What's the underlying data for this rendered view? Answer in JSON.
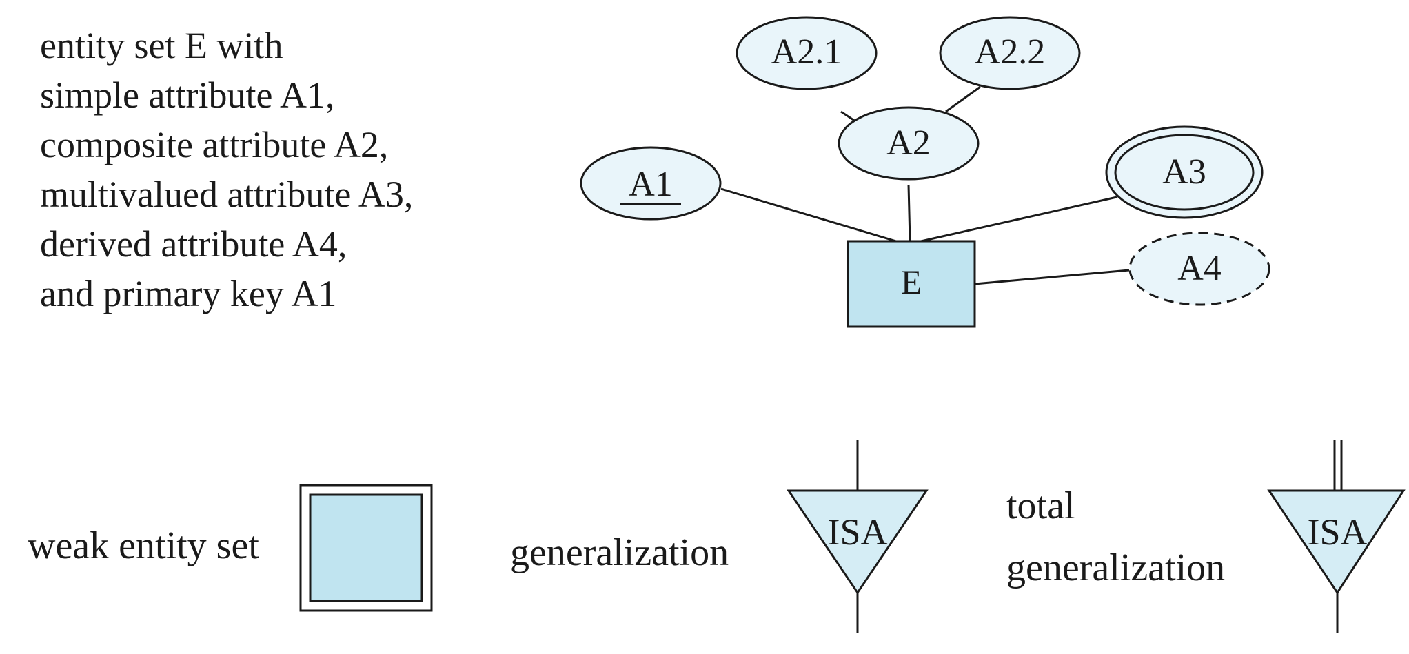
{
  "description_lines": [
    "entity set E with",
    "simple attribute A1,",
    "composite attribute A2,",
    "multivalued attribute A3,",
    "derived attribute A4,",
    "and primary key A1"
  ],
  "er": {
    "entity": "E",
    "a1": "A1",
    "a2": "A2",
    "a2_1": "A2.1",
    "a2_2": "A2.2",
    "a3": "A3",
    "a4": "A4"
  },
  "legend": {
    "weak_entity_label": "weak entity set",
    "generalization_label": "generalization",
    "generalization_symbol": "ISA",
    "total_generalization_line1": "total",
    "total_generalization_line2": "generalization",
    "total_generalization_symbol": "ISA"
  },
  "colors": {
    "attribute_fill": "#e9f5fa",
    "entity_fill": "#c0e4f0",
    "isa_fill": "#d5edf5",
    "stroke": "#1a1a1a"
  }
}
